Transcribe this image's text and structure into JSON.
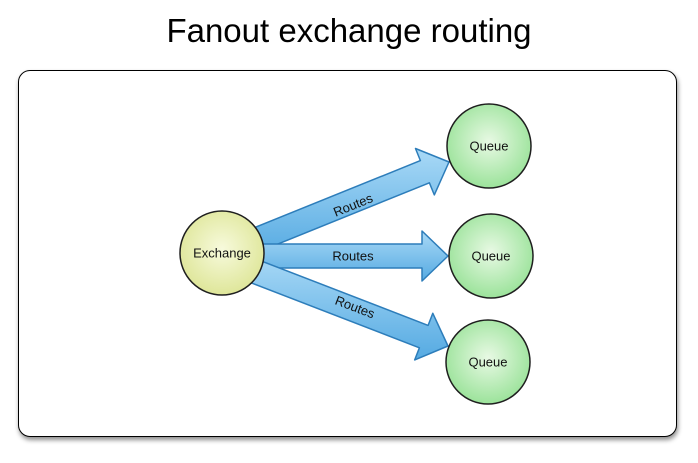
{
  "title": "Fanout exchange routing",
  "diagram": {
    "exchange": {
      "label": "Exchange"
    },
    "queues": [
      {
        "label": "Queue"
      },
      {
        "label": "Queue"
      },
      {
        "label": "Queue"
      }
    ],
    "arrows": [
      {
        "label": "Routes"
      },
      {
        "label": "Routes"
      },
      {
        "label": "Routes"
      }
    ],
    "colors": {
      "arrow_fill_light": "#A9D9F6",
      "arrow_fill_dark": "#55AAE2",
      "arrow_border": "#2D7DBA",
      "exchange_fill_light": "#F7FADC",
      "exchange_fill_dark": "#D7E085",
      "queue_fill_light": "#E8F9E4",
      "queue_fill_dark": "#84DC84",
      "node_border": "#1F1F1F"
    }
  }
}
